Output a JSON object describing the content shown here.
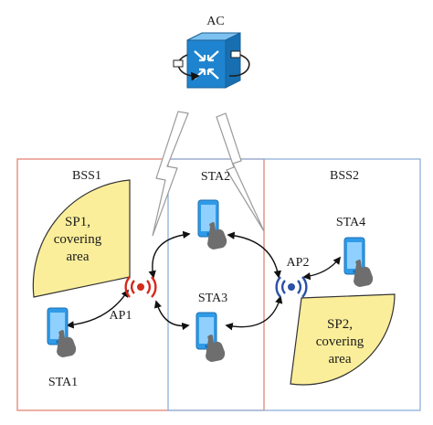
{
  "controller": {
    "label": "AC"
  },
  "bss": [
    {
      "label": "BSS1",
      "border_color": "#e07a6a"
    },
    {
      "label": "BSS2",
      "border_color": "#86aad6"
    }
  ],
  "access_points": [
    {
      "label": "AP1",
      "color": "#d42a1c"
    },
    {
      "label": "AP2",
      "color": "#2c4fa8"
    }
  ],
  "stations": [
    {
      "label": "STA1"
    },
    {
      "label": "STA2"
    },
    {
      "label": "STA3"
    },
    {
      "label": "STA4"
    }
  ],
  "spatial_areas": [
    {
      "lines": [
        "SP1,",
        "covering",
        "area"
      ]
    },
    {
      "lines": [
        "SP2,",
        "covering",
        "area"
      ]
    }
  ],
  "colors": {
    "sp_fill": "#fbee9a",
    "phone_body": "#2f9be8",
    "phone_screen": "#8fd0ff",
    "hand": "#6e6e6e",
    "switch_body": "#1f84cf",
    "lightning_stroke": "#9a9a9a"
  }
}
